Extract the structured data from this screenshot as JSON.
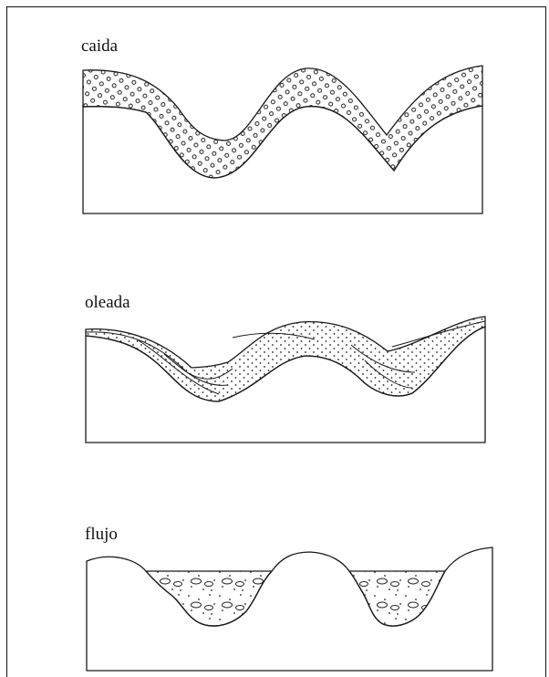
{
  "panels": [
    {
      "id": "caida",
      "label": "caida"
    },
    {
      "id": "oleada",
      "label": "oleada"
    },
    {
      "id": "flujo",
      "label": "flujo"
    }
  ],
  "colors": {
    "line": "#1a1a1a",
    "background": "#ffffff"
  }
}
